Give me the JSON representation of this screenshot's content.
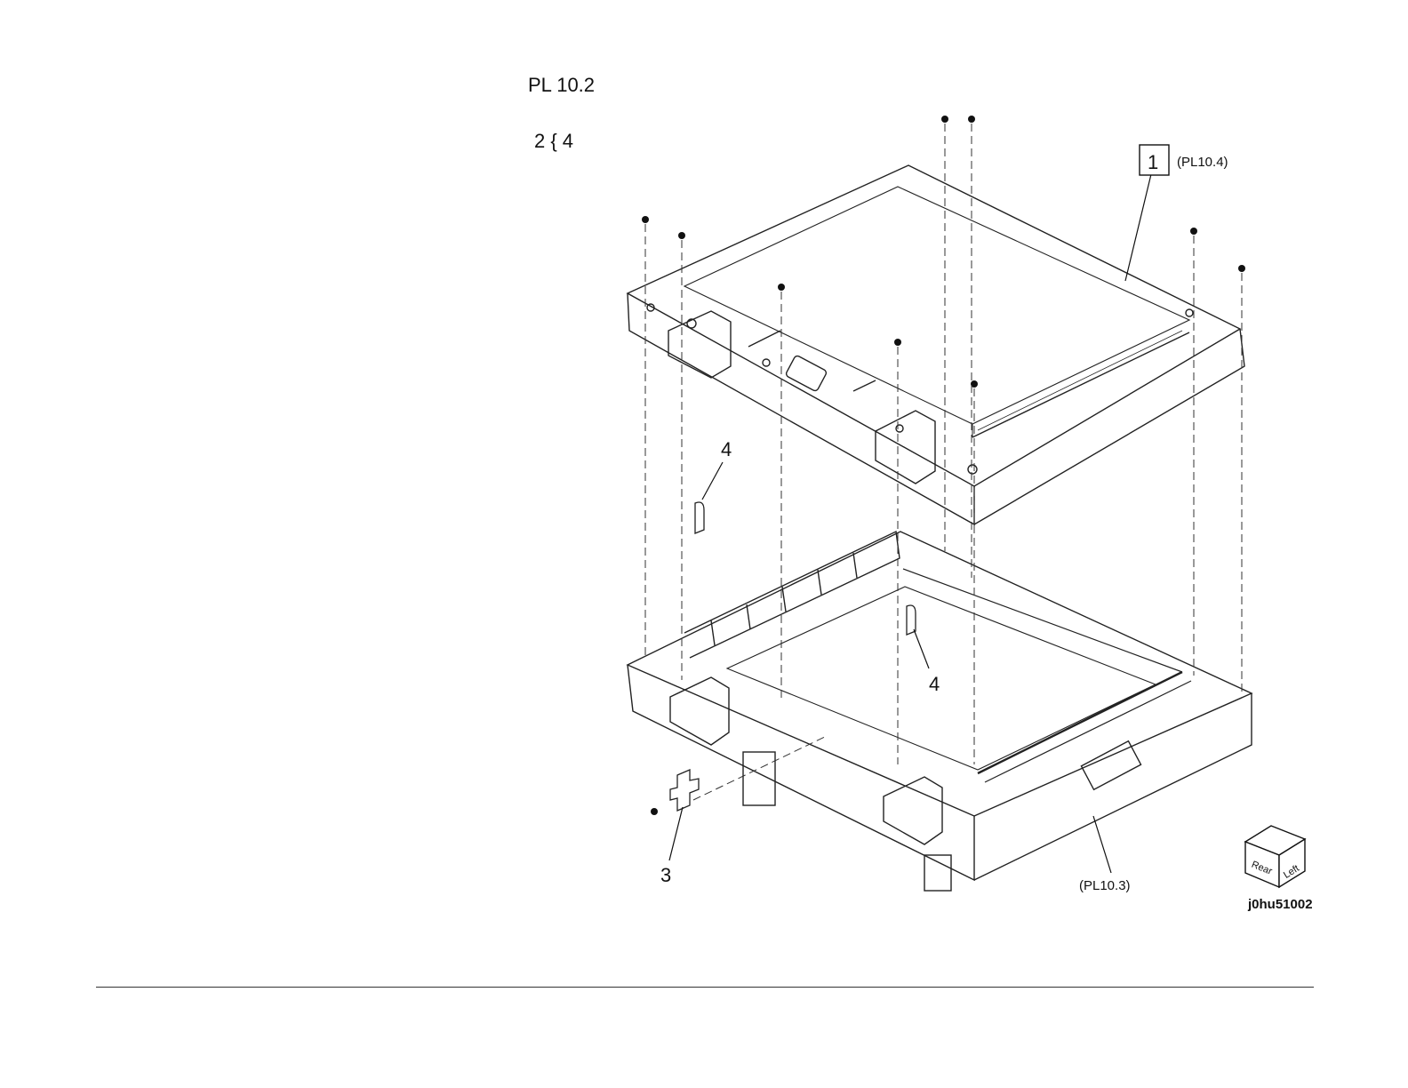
{
  "header": {
    "parts_list_title": "PL 10.2",
    "item_range": "2 { 4"
  },
  "callouts": {
    "item_1": "1",
    "item_1_ref": "(PL10.4)",
    "item_3": "3",
    "item_4_upper": "4",
    "item_4_lower": "4",
    "lower_ref": "(PL10.3)"
  },
  "orientation_cube": {
    "rear": "Rear",
    "left": "Left"
  },
  "figure_id": "j0hu51002"
}
